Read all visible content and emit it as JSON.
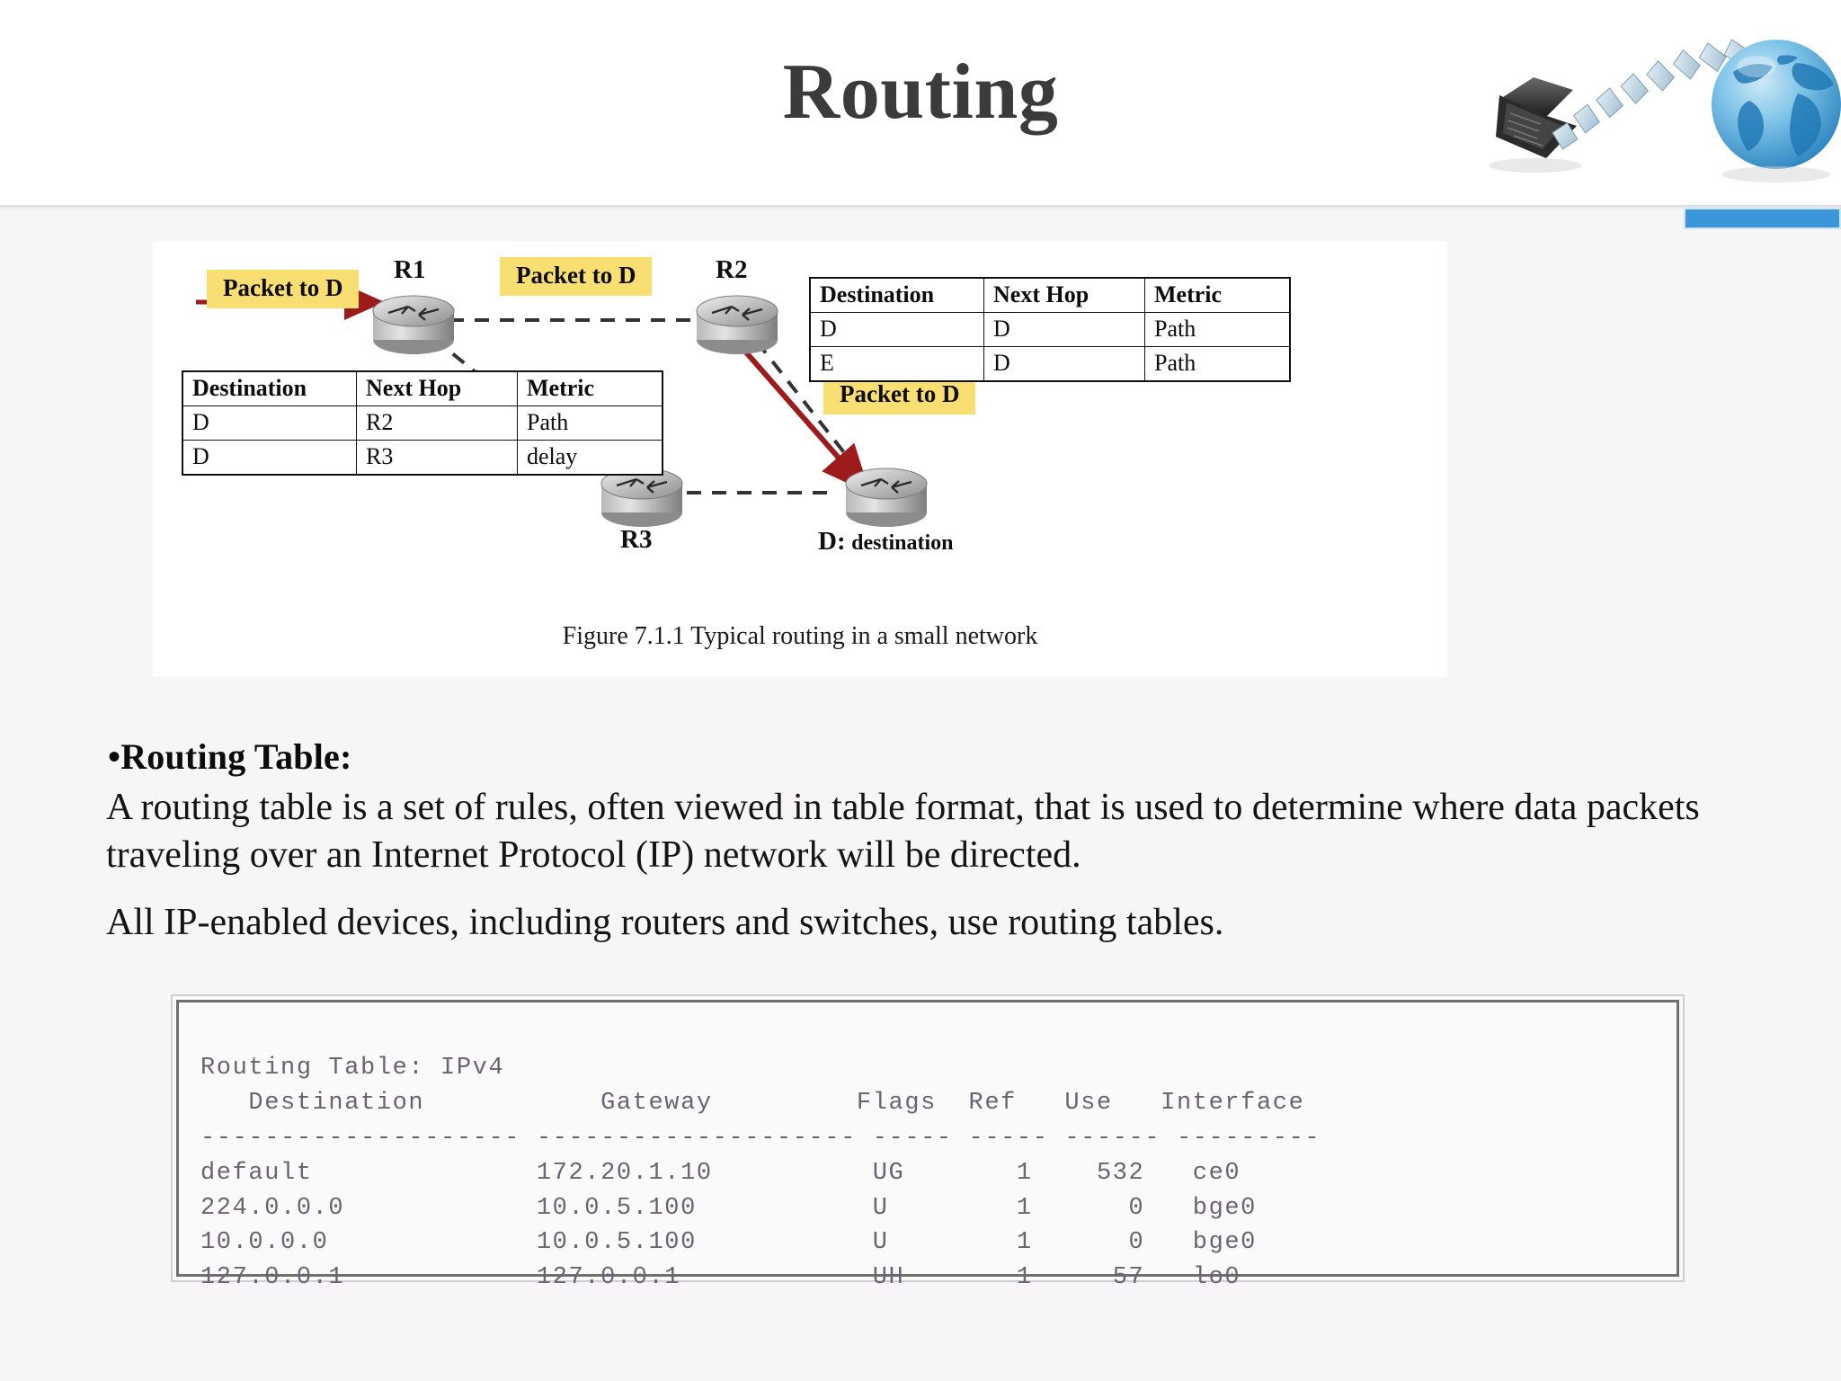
{
  "header": {
    "title": "Routing",
    "accent_color": "#3b97d9",
    "logo_icon": "laptop-to-globe-transfer-icon"
  },
  "diagram": {
    "caption": "Figure 7.1.1 Typical routing in a small network",
    "nodes": [
      {
        "id": "r1",
        "label": "R1"
      },
      {
        "id": "r2",
        "label": "R2"
      },
      {
        "id": "r3",
        "label": "R3"
      },
      {
        "id": "d",
        "label": "D: destination",
        "label_key": "D:",
        "label_rest": "destination"
      }
    ],
    "tags": [
      {
        "id": "tag-left",
        "text": "Packet to D"
      },
      {
        "id": "tag-middle",
        "text": "Packet to D"
      },
      {
        "id": "tag-right",
        "text": "Packet to D"
      }
    ],
    "table_left": {
      "name": "r1-routing-table",
      "headers": [
        "Destination",
        "Next Hop",
        "Metric"
      ],
      "rows": [
        [
          "D",
          "R2",
          "Path"
        ],
        [
          "D",
          "R3",
          "delay"
        ]
      ]
    },
    "table_right": {
      "name": "r2-routing-table",
      "headers": [
        "Destination",
        "Next Hop",
        "Metric"
      ],
      "rows": [
        [
          "D",
          "D",
          "Path"
        ],
        [
          "E",
          "D",
          "Path"
        ]
      ]
    }
  },
  "content": {
    "bullet_heading": "•Routing Table:",
    "paragraph_1": "A routing table is a set of rules, often viewed in table format, that is used to determine where data packets traveling over an Internet Protocol (IP) network will be directed.",
    "paragraph_2": "All IP-enabled devices, including routers and switches, use routing tables."
  },
  "terminal": {
    "title_line": "Routing Table: IPv4",
    "header_line": "   Destination           Gateway         Flags  Ref   Use   Interface",
    "divider_line": "-------------------- -------------------- ----- ----- ------ ---------",
    "columns": [
      "Destination",
      "Gateway",
      "Flags",
      "Ref",
      "Use",
      "Interface"
    ],
    "rows": [
      {
        "destination": "default",
        "gateway": "172.20.1.10",
        "flags": "UG",
        "ref": "1",
        "use": "532",
        "interface": "ce0"
      },
      {
        "destination": "224.0.0.0",
        "gateway": "10.0.5.100",
        "flags": "U",
        "ref": "1",
        "use": "0",
        "interface": "bge0"
      },
      {
        "destination": "10.0.0.0",
        "gateway": "10.0.5.100",
        "flags": "U",
        "ref": "1",
        "use": "0",
        "interface": "bge0"
      },
      {
        "destination": "127.0.0.1",
        "gateway": "127.0.0.1",
        "flags": "UH",
        "ref": "1",
        "use": "57",
        "interface": "lo0"
      }
    ],
    "text": "Routing Table: IPv4\n   Destination           Gateway         Flags  Ref   Use   Interface\n-------------------- -------------------- ----- ----- ------ ---------\ndefault              172.20.1.10          UG       1    532   ce0\n224.0.0.0            10.0.5.100           U        1      0   bge0\n10.0.0.0             10.0.5.100           U        1      0   bge0\n127.0.0.1            127.0.0.1            UH       1     57   lo0"
  }
}
